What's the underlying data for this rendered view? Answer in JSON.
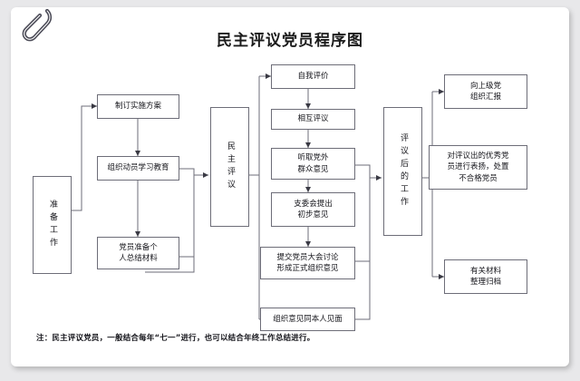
{
  "document": {
    "title": "民主评议党员程序图",
    "note": "注：民主评议党员，一般结合每年“七一”进行，也可以结合年终工作总结进行。",
    "paper_color": "#ffffff",
    "background_color": "#e8e8ea",
    "line_color": "#6d6d78",
    "text_color": "#14141a"
  },
  "decoration": {
    "paperclip_label": "paperclip"
  },
  "flow": {
    "stages": [
      {
        "id": "stage-preparation",
        "label": "准备工作",
        "orientation": "vertical",
        "steps": [
          {
            "id": "step-plan",
            "lines": [
              "制订实施方案"
            ]
          },
          {
            "id": "step-mobilize",
            "lines": [
              "组织动员学习教育"
            ]
          },
          {
            "id": "step-summary",
            "lines": [
              "党员准备个",
              "人总结材料"
            ]
          }
        ]
      },
      {
        "id": "stage-review",
        "label": "民主评议",
        "orientation": "vertical",
        "steps": [
          {
            "id": "step-self-eval",
            "lines": [
              "自我评价"
            ]
          },
          {
            "id": "step-mutual-eval",
            "lines": [
              "相互评议"
            ]
          },
          {
            "id": "step-outside-opinion",
            "lines": [
              "听取党外",
              "群众意见"
            ]
          },
          {
            "id": "step-branch-opinion",
            "lines": [
              "支委会提出",
              "初步意见"
            ]
          },
          {
            "id": "step-assembly",
            "lines": [
              "提交党员大会讨论",
              "形成正式组织意见"
            ]
          },
          {
            "id": "step-feedback",
            "lines": [
              "组织意见同本人见面"
            ]
          }
        ]
      },
      {
        "id": "stage-after-review",
        "label": "评议后的工作",
        "orientation": "vertical",
        "steps": [
          {
            "id": "step-report-upward",
            "lines": [
              "向上级党",
              "组织汇报"
            ]
          },
          {
            "id": "step-commend",
            "lines": [
              "对评议出的优秀党",
              "员进行表扬，处置",
              "不合格党员"
            ]
          },
          {
            "id": "step-archive",
            "lines": [
              "有关材料",
              "整理归档"
            ]
          }
        ]
      }
    ]
  }
}
